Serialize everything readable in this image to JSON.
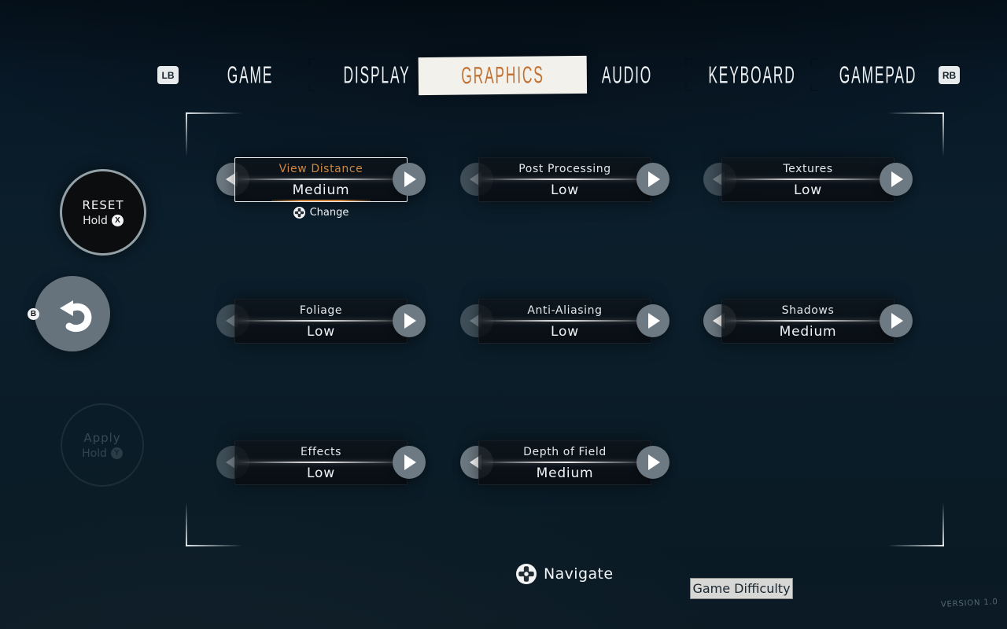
{
  "colors": {
    "accent_orange": "#c1702f",
    "paper_white": "#f3f1ec",
    "background": "#0b1d29",
    "arrow_circle": "#6e7a83",
    "tooltip_gray": "#d7d7d5"
  },
  "tab_bar": {
    "lb_badge": "LB",
    "rb_badge": "RB",
    "items": [
      {
        "label": "GAME",
        "selected": false
      },
      {
        "label": "DISPLAY",
        "selected": false
      },
      {
        "label": "GRAPHICS",
        "selected": true
      },
      {
        "label": "AUDIO",
        "selected": false
      },
      {
        "label": "KEYBOARD",
        "selected": false
      },
      {
        "label": "GAMEPAD",
        "selected": false
      }
    ]
  },
  "side": {
    "reset": {
      "label": "RESET",
      "hold": "Hold",
      "button": "X"
    },
    "back": {
      "button": "B",
      "icon": "undo-arrow"
    },
    "apply": {
      "label": "Apply",
      "hold": "Hold",
      "button": "Y"
    }
  },
  "settings": [
    {
      "label": "View Distance",
      "value": "Medium",
      "selected": true,
      "hint": "Change",
      "left_enabled": true,
      "right_enabled": true
    },
    {
      "label": "Post Processing",
      "value": "Low",
      "selected": false,
      "left_enabled": false,
      "right_enabled": true
    },
    {
      "label": "Textures",
      "value": "Low",
      "selected": false,
      "left_enabled": false,
      "right_enabled": true
    },
    {
      "label": "Foliage",
      "value": "Low",
      "selected": false,
      "left_enabled": false,
      "right_enabled": true
    },
    {
      "label": "Anti-Aliasing",
      "value": "Low",
      "selected": false,
      "left_enabled": false,
      "right_enabled": true
    },
    {
      "label": "Shadows",
      "value": "Medium",
      "selected": false,
      "left_enabled": true,
      "right_enabled": true
    },
    {
      "label": "Effects",
      "value": "Low",
      "selected": false,
      "left_enabled": false,
      "right_enabled": true
    },
    {
      "label": "Depth of Field",
      "value": "Medium",
      "selected": false,
      "left_enabled": true,
      "right_enabled": true
    }
  ],
  "footer": {
    "navigate": "Navigate",
    "tooltip": "Game Difficulty",
    "version": "VERSION 1.0"
  }
}
